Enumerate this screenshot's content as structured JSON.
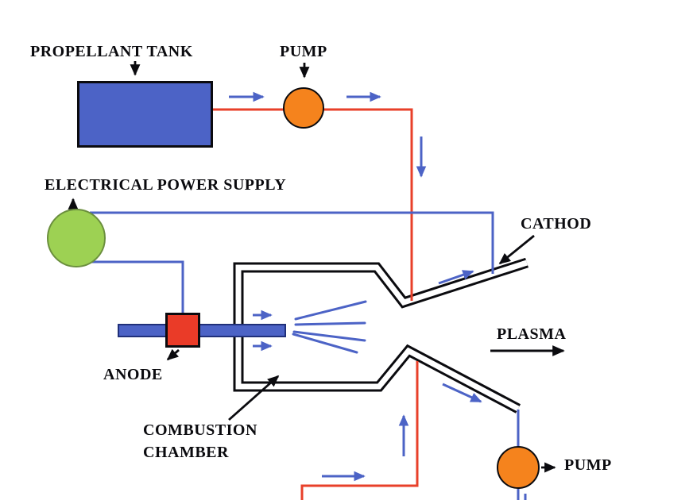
{
  "labels": {
    "propellant_tank": "PROPELLANT TANK",
    "pump_top": "PUMP",
    "power_supply": "ELECTRICAL POWER SUPPLY",
    "cathode": "CATHOD",
    "anode": "ANODE",
    "plasma": "PLASMA",
    "combustion_chamber_line1": "COMBUSTION",
    "combustion_chamber_line2": "CHAMBER",
    "pump_bottom": "PUMP"
  },
  "colors": {
    "component_blue": "#4c63c6",
    "pump_orange": "#f5831d",
    "power_supply_green": "#9dd153",
    "anode_red": "#ea3b28",
    "propellant_line_red": "#e8402a",
    "wire_arrow_blue": "#4c63c6",
    "outline_black": "#0b0b0f",
    "background_white": "#ffffff"
  },
  "components": [
    {
      "id": "propellant-tank",
      "shape": "rectangle",
      "fill": "#4c63c6"
    },
    {
      "id": "pump-top",
      "shape": "circle",
      "fill": "#f5831d"
    },
    {
      "id": "electrical-power-supply",
      "shape": "circle",
      "fill": "#9dd153"
    },
    {
      "id": "anode",
      "shape": "square",
      "fill": "#ea3b28"
    },
    {
      "id": "anode-electrode-bar",
      "shape": "bar",
      "fill": "#4c63c6"
    },
    {
      "id": "combustion-chamber-nozzle",
      "shape": "double-wall outline",
      "stroke": "#0b0b0f"
    },
    {
      "id": "pump-bottom",
      "shape": "circle",
      "fill": "#f5831d"
    }
  ]
}
